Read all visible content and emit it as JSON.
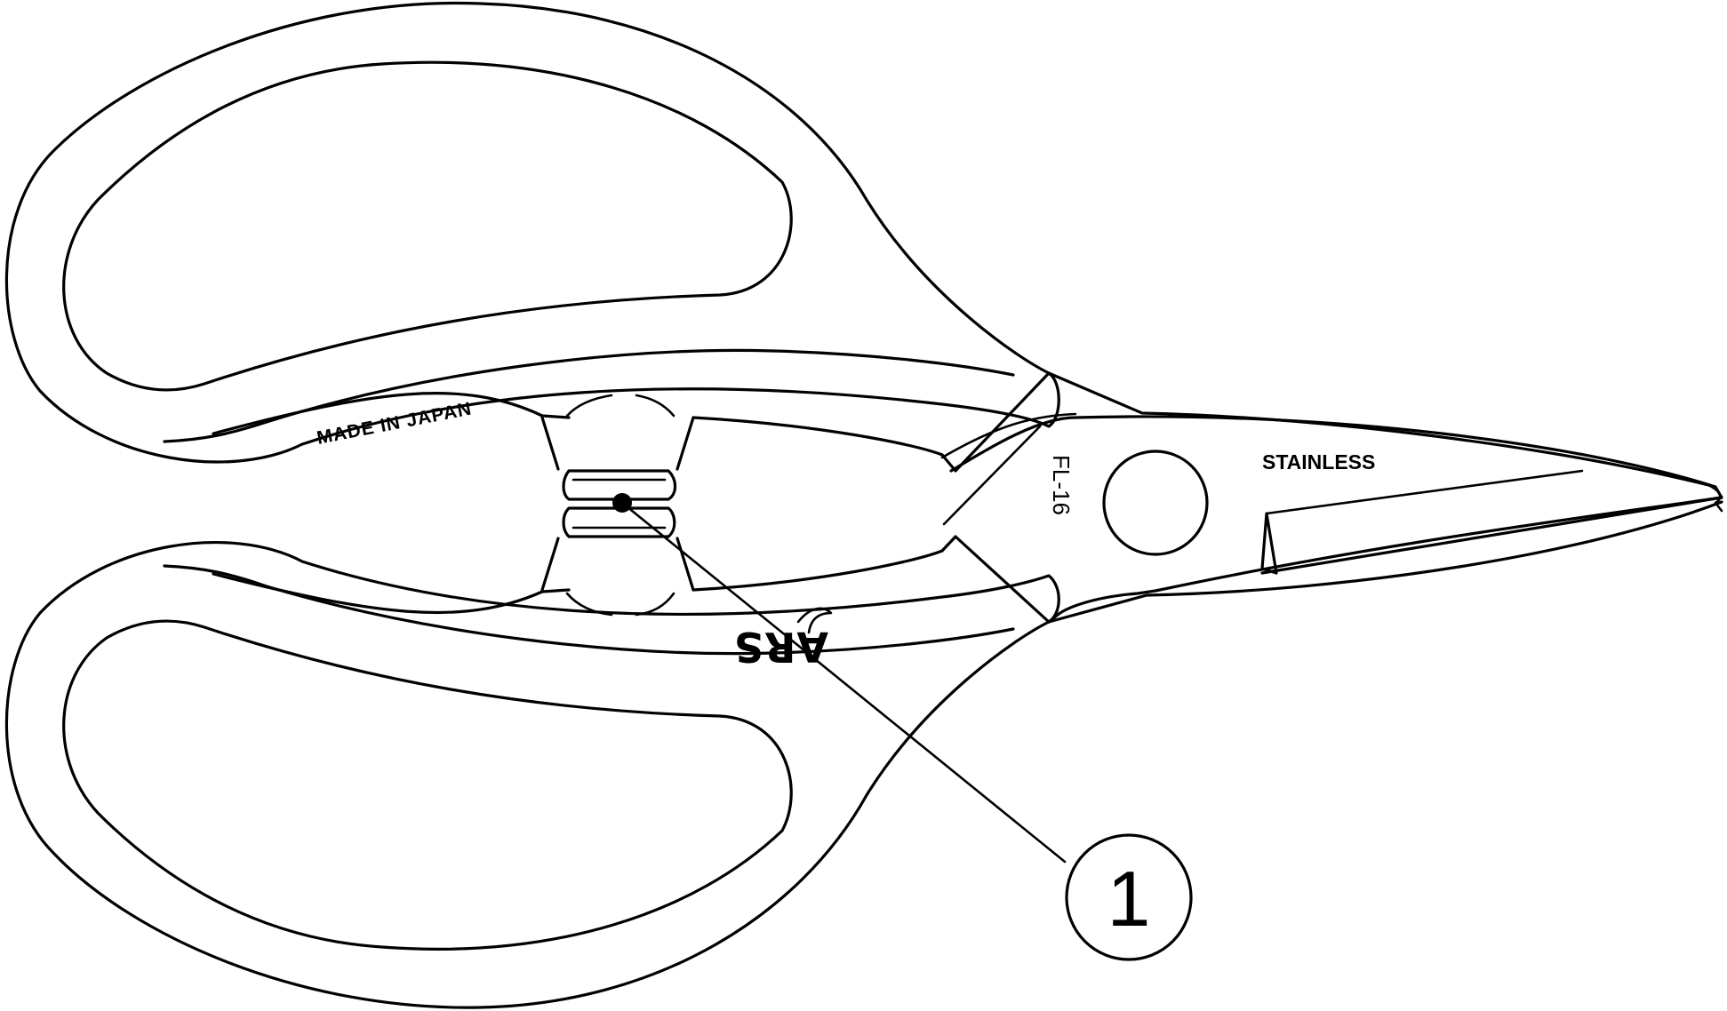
{
  "part_labels": {
    "made_in": "MADE IN JAPAN",
    "material": "STAINLESS",
    "model": "FL-16",
    "brand": "ARS"
  },
  "callouts": [
    {
      "number": "1"
    }
  ],
  "colors": {
    "line": "#000000",
    "background": "#ffffff"
  }
}
